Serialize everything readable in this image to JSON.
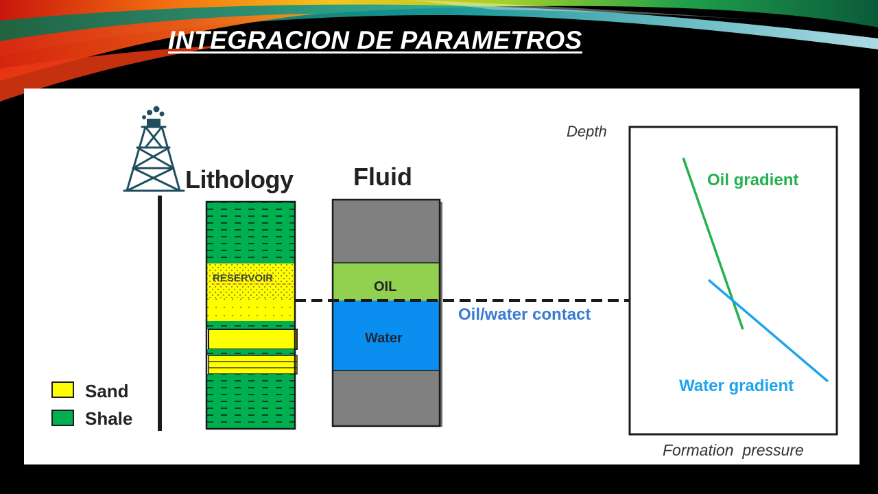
{
  "slide": {
    "title": "INTEGRACION DE PARAMETROS"
  },
  "diagram": {
    "lithology_label": "Lithology",
    "fluid_label": "Fluid",
    "reservoir_label": "RESERVOIR",
    "oil_label": "OIL",
    "water_label": "Water",
    "contact_label": "Oil/water contact",
    "legend": [
      {
        "label": "Sand",
        "color": "#ffff00"
      },
      {
        "label": "Shale",
        "color": "#00b050"
      }
    ],
    "plot": {
      "y_axis_label": "Depth",
      "x_axis_label": "Formation  pressure",
      "oil_gradient_label": "Oil gradient",
      "water_gradient_label": "Water gradient"
    },
    "colors": {
      "oil_gradient": "#21b14f",
      "water_gradient": "#1ea4ee",
      "contact_text": "#3b7bd1",
      "fluid_gray": "#808080",
      "oil_zone": "#92d050",
      "water_zone": "#0a8ef0",
      "shale": "#00b050",
      "sand": "#ffff00"
    },
    "icons": [
      "oil-derrick-icon"
    ]
  }
}
